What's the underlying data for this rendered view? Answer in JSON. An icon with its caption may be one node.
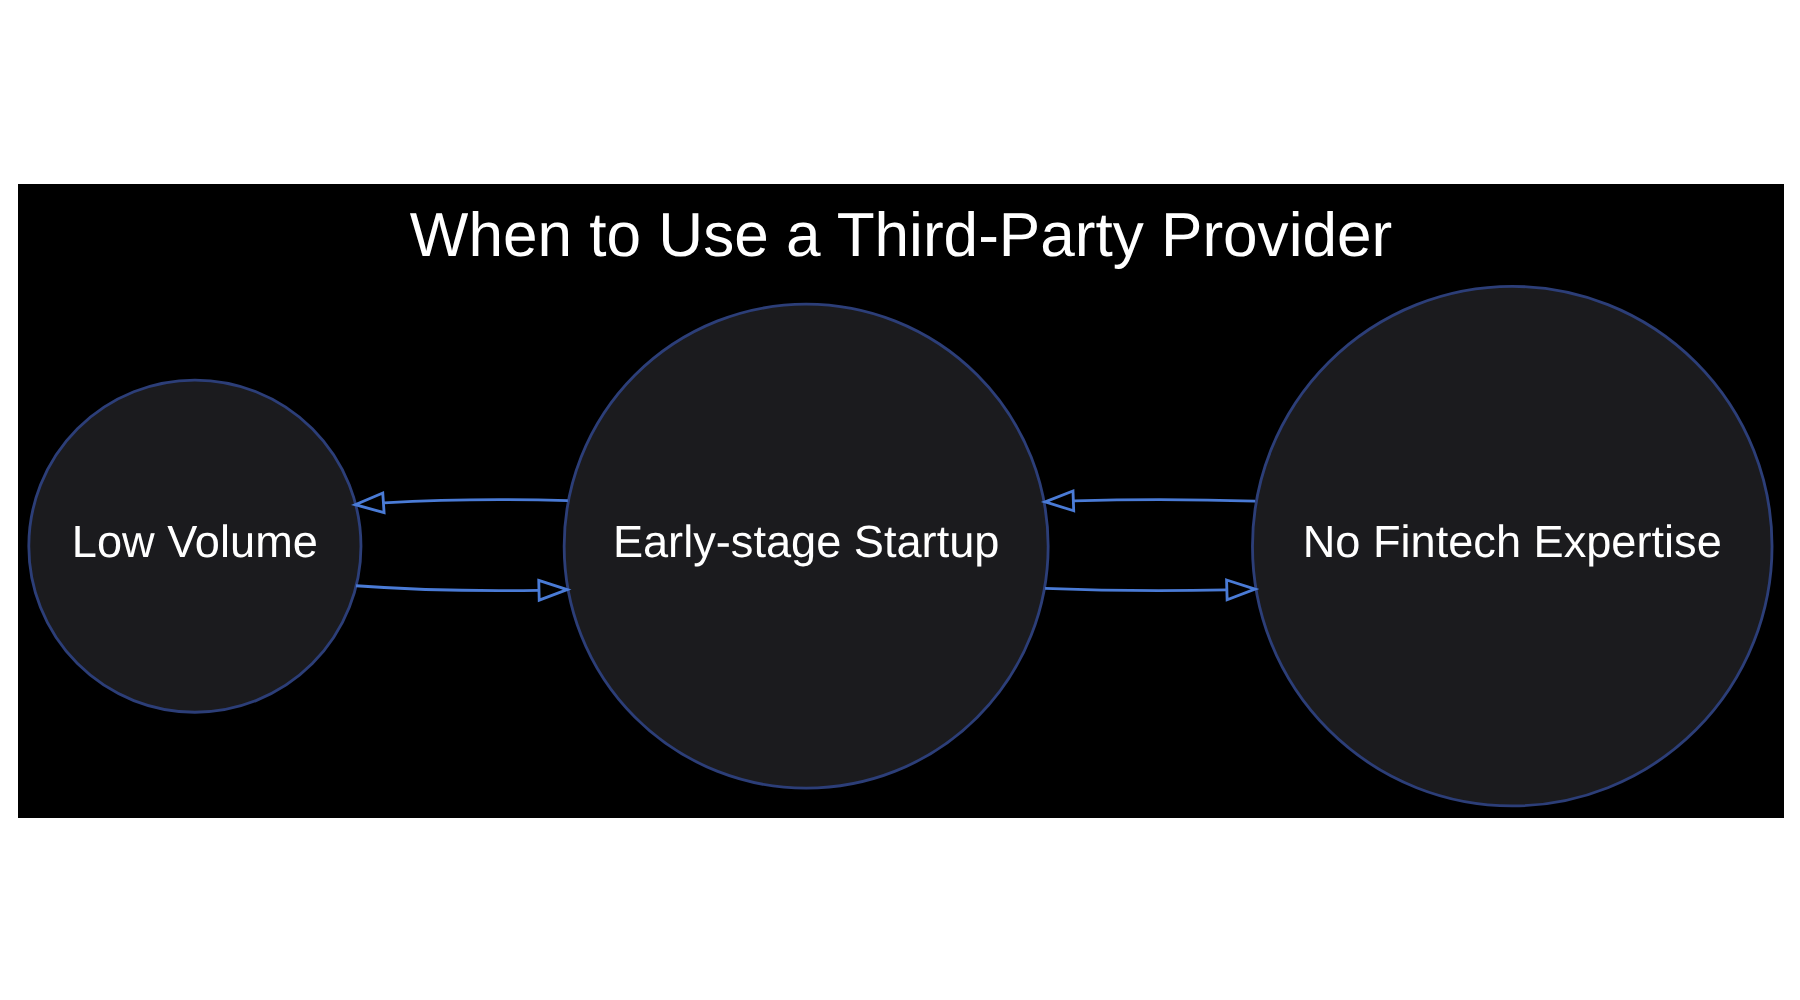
{
  "diagram": {
    "title": "When to Use a Third-Party Provider",
    "nodes": [
      {
        "text": [
          "Low Volume"
        ]
      },
      {
        "text": [
          "Early-stage Startup"
        ]
      },
      {
        "text": [
          "No Fintech Expertise"
        ]
      }
    ],
    "edges": [
      {
        "from": 0,
        "to": 1,
        "arrow": "to"
      },
      {
        "from": 1,
        "to": 0,
        "arrow": "to"
      },
      {
        "from": 2,
        "to": 1,
        "arrow": "to"
      },
      {
        "from": 1,
        "to": 2,
        "arrow": "to"
      }
    ]
  }
}
